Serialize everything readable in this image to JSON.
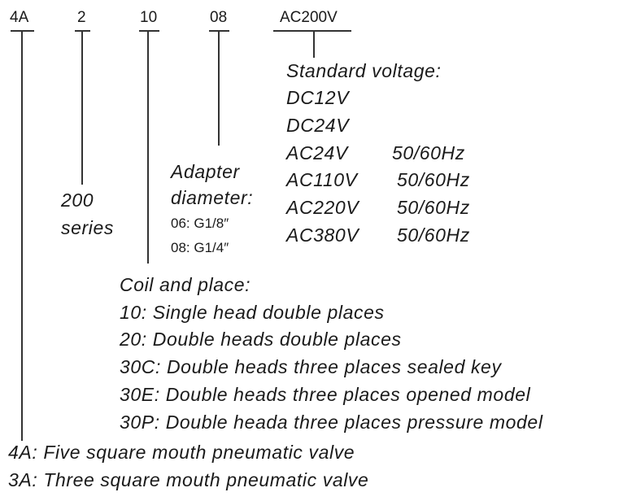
{
  "codes": [
    "4A",
    "2",
    "10",
    "08",
    "AC200V"
  ],
  "voltage": {
    "title": "Standard voltage:",
    "items": [
      {
        "v": "DC12V",
        "f": ""
      },
      {
        "v": "DC24V",
        "f": ""
      },
      {
        "v": "AC24V",
        "f": "50/60Hz"
      },
      {
        "v": "AC110V",
        "f": "50/60Hz"
      },
      {
        "v": "AC220V",
        "f": "50/60Hz"
      },
      {
        "v": "AC380V",
        "f": "50/60Hz"
      }
    ]
  },
  "adapter": {
    "title1": "Adapter",
    "title2": "diameter:",
    "items": [
      "06: G1/8″",
      "08: G1/4″"
    ]
  },
  "series": {
    "l1": "200",
    "l2": "series"
  },
  "coil": {
    "title": "Coil and place:",
    "items": [
      "10: Single head double places",
      "20: Double heads double places",
      "30C: Double heads three places sealed key",
      "30E: Double heads three places opened model",
      "30P: Double heada three places pressure model"
    ]
  },
  "valve": {
    "items": [
      "4A: Five square mouth pneumatic valve",
      "3A: Three square mouth pneumatic valve"
    ]
  }
}
